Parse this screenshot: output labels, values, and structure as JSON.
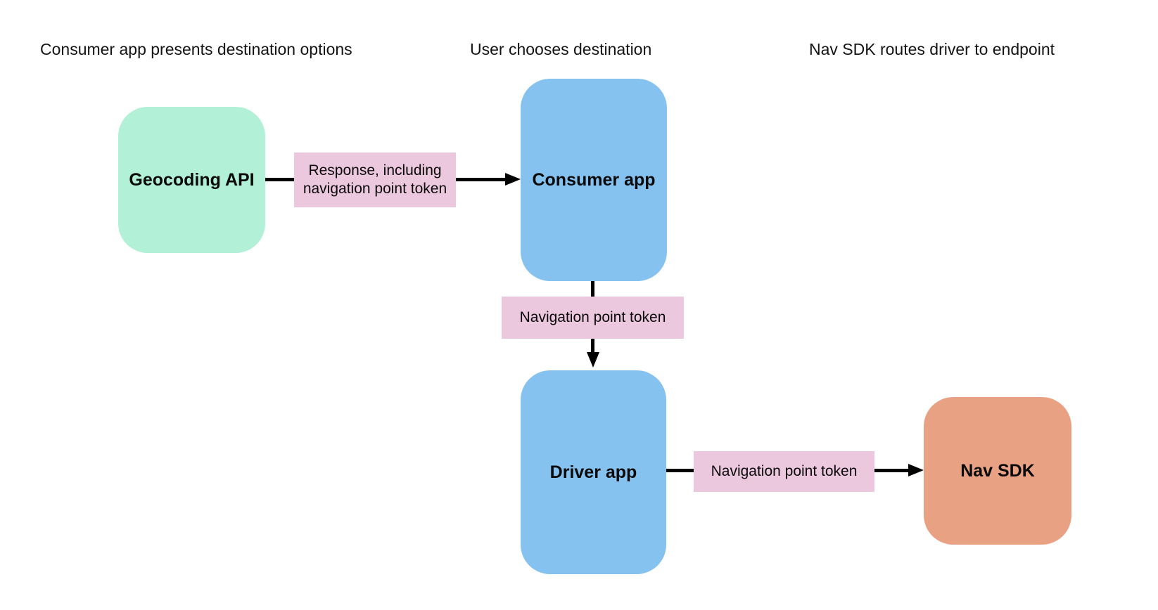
{
  "headers": [
    "Consumer app presents destination options",
    "User chooses destination",
    "Nav SDK routes driver to endpoint"
  ],
  "nodes": {
    "geocoding_api": {
      "label": "Geocoding API",
      "fill": "#B3F0D8"
    },
    "consumer_app": {
      "label": "Consumer app",
      "fill": "#85C2F0"
    },
    "driver_app": {
      "label": "Driver app",
      "fill": "#85C2F0"
    },
    "nav_sdk": {
      "label": "Nav SDK",
      "fill": "#E8A283"
    }
  },
  "edge_labels": {
    "geocoding_to_consumer": {
      "text": "Response, including navigation point token",
      "fill": "#ECC8DE"
    },
    "consumer_to_driver": {
      "text": "Navigation point token",
      "fill": "#ECC8DE"
    },
    "driver_to_navsdk": {
      "text": "Navigation point token",
      "fill": "#ECC8DE"
    }
  },
  "colors": {
    "arrow": "#000000",
    "background": "#FFFFFF",
    "text": "#141414"
  }
}
